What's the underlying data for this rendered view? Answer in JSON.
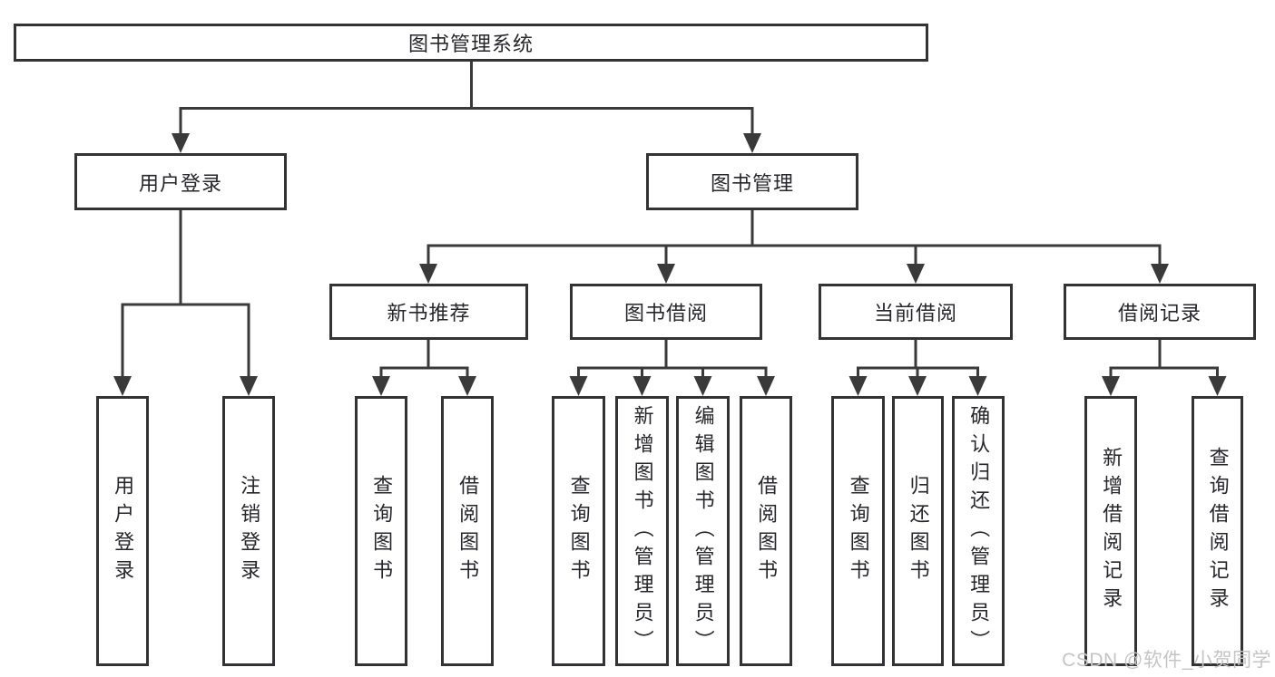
{
  "colors": {
    "line": "#3a3a3a",
    "box_border": "#333336",
    "box_fill": "#ffffff",
    "text": "#26262b",
    "watermark": "#c4c4c4"
  },
  "watermark": {
    "text": "CSDN @软件_小贺同学"
  },
  "nodes": {
    "root": {
      "label": "图书管理系统"
    },
    "user_login": {
      "label": "用户登录"
    },
    "book_management": {
      "label": "图书管理"
    },
    "new_book_recommend": {
      "label": "新书推荐"
    },
    "book_borrowing": {
      "label": "图书借阅"
    },
    "current_borrowing": {
      "label": "当前借阅"
    },
    "borrowing_records": {
      "label": "借阅记录"
    },
    "login_user_login": {
      "label": "用户登录"
    },
    "login_logout": {
      "label": "注销登录"
    },
    "nb_query_books": {
      "label": "查询图书"
    },
    "nb_borrow_books": {
      "label": "借阅图书"
    },
    "bb_query_books": {
      "label": "查询图书"
    },
    "bb_add_books": {
      "label": "新增图书（管理员）"
    },
    "bb_edit_books": {
      "label": "编辑图书（管理员）"
    },
    "bb_borrow_books": {
      "label": "借阅图书"
    },
    "cb_query_books": {
      "label": "查询图书"
    },
    "cb_return_books": {
      "label": "归还图书"
    },
    "cb_confirm_return": {
      "label": "确认归还（管理员）"
    },
    "br_add_record": {
      "label": "新增借阅记录"
    },
    "br_query_record": {
      "label": "查询借阅记录"
    }
  }
}
